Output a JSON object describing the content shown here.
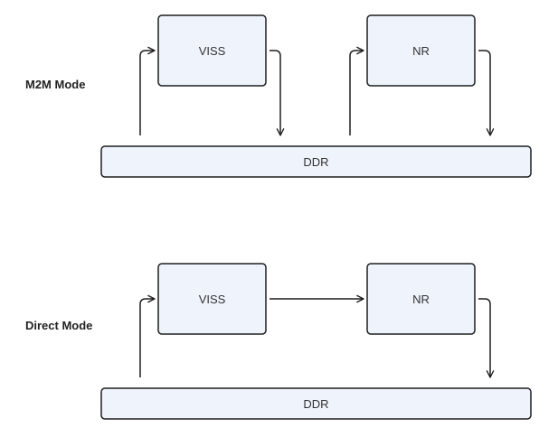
{
  "colors": {
    "box_fill": "#eef3fc",
    "stroke": "#1f1f1f",
    "text": "#333333"
  },
  "m2m": {
    "label": "M2M Mode",
    "viss": "VISS",
    "nr": "NR",
    "ddr": "DDR"
  },
  "direct": {
    "label": "Direct Mode",
    "viss": "VISS",
    "nr": "NR",
    "ddr": "DDR"
  }
}
